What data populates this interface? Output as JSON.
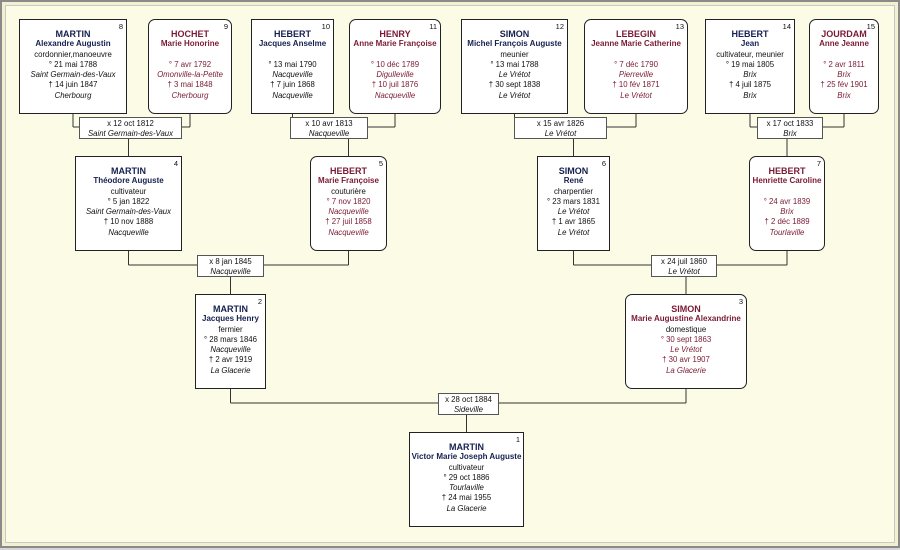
{
  "people": [
    {
      "id": "p8",
      "num": "8",
      "surname": "MARTIN",
      "given": "Alexandre Augustin",
      "sex": "m",
      "lines": [
        {
          "t": "cordonnier,manoeuvre",
          "k": "line"
        },
        {
          "t": "° 21 mai 1788",
          "k": "line"
        },
        {
          "t": "Saint Germain-des-Vaux",
          "k": "place"
        },
        {
          "t": "† 14 juin 1847",
          "k": "line"
        },
        {
          "t": "Cherbourg",
          "k": "place"
        }
      ]
    },
    {
      "id": "p9",
      "num": "9",
      "surname": "HOCHET",
      "given": "Marie Honorine",
      "sex": "f",
      "lines": [
        {
          "t": "",
          "k": "line"
        },
        {
          "t": "° 7 avr 1792",
          "k": "line"
        },
        {
          "t": "Omonville-la-Petite",
          "k": "place"
        },
        {
          "t": "† 3 mai 1848",
          "k": "line"
        },
        {
          "t": "Cherbourg",
          "k": "place"
        }
      ]
    },
    {
      "id": "p10",
      "num": "10",
      "surname": "HEBERT",
      "given": "Jacques Anselme",
      "sex": "m",
      "lines": [
        {
          "t": "",
          "k": "line"
        },
        {
          "t": "° 13 mai 1790",
          "k": "line"
        },
        {
          "t": "Nacqueville",
          "k": "place"
        },
        {
          "t": "† 7 juin 1868",
          "k": "line"
        },
        {
          "t": "Nacqueville",
          "k": "place"
        }
      ]
    },
    {
      "id": "p11",
      "num": "11",
      "surname": "HENRY",
      "given": "Anne Marie Françoise",
      "sex": "f",
      "lines": [
        {
          "t": "",
          "k": "line"
        },
        {
          "t": "° 10 déc 1789",
          "k": "line"
        },
        {
          "t": "Digulleville",
          "k": "place"
        },
        {
          "t": "† 10 juil 1876",
          "k": "line"
        },
        {
          "t": "Nacqueville",
          "k": "place"
        }
      ]
    },
    {
      "id": "p12",
      "num": "12",
      "surname": "SIMON",
      "given": "Michel François Auguste",
      "sex": "m",
      "lines": [
        {
          "t": "meunier",
          "k": "line"
        },
        {
          "t": "° 13 mai 1788",
          "k": "line"
        },
        {
          "t": "Le Vrétot",
          "k": "place"
        },
        {
          "t": "† 30 sept 1838",
          "k": "line"
        },
        {
          "t": "Le Vrétot",
          "k": "place"
        }
      ]
    },
    {
      "id": "p13",
      "num": "13",
      "surname": "LEBEGIN",
      "given": "Jeanne Marie Catherine",
      "sex": "f",
      "lines": [
        {
          "t": "",
          "k": "line"
        },
        {
          "t": "° 7 déc 1790",
          "k": "line"
        },
        {
          "t": "Pierreville",
          "k": "place"
        },
        {
          "t": "† 10 fév 1871",
          "k": "line"
        },
        {
          "t": "Le Vrétot",
          "k": "place"
        }
      ]
    },
    {
      "id": "p14",
      "num": "14",
      "surname": "HEBERT",
      "given": "Jean",
      "sex": "m",
      "lines": [
        {
          "t": "cultivateur, meunier",
          "k": "line"
        },
        {
          "t": "° 19 mai 1805",
          "k": "line"
        },
        {
          "t": "Brix",
          "k": "place"
        },
        {
          "t": "† 4 juil 1875",
          "k": "line"
        },
        {
          "t": "Brix",
          "k": "place"
        }
      ]
    },
    {
      "id": "p15",
      "num": "15",
      "surname": "JOURDAM",
      "given": "Anne Jeanne",
      "sex": "f",
      "lines": [
        {
          "t": "",
          "k": "line"
        },
        {
          "t": "° 2 avr 1811",
          "k": "line"
        },
        {
          "t": "Brix",
          "k": "place"
        },
        {
          "t": "† 25 fév 1901",
          "k": "line"
        },
        {
          "t": "Brix",
          "k": "place"
        }
      ]
    },
    {
      "id": "p4",
      "num": "4",
      "surname": "MARTIN",
      "given": "Théodore Auguste",
      "sex": "m",
      "lines": [
        {
          "t": "cultivateur",
          "k": "line"
        },
        {
          "t": "° 5 jan 1822",
          "k": "line"
        },
        {
          "t": "Saint Germain-des-Vaux",
          "k": "place"
        },
        {
          "t": "† 10 nov 1888",
          "k": "line"
        },
        {
          "t": "Nacqueville",
          "k": "place"
        }
      ]
    },
    {
      "id": "p5",
      "num": "5",
      "surname": "HEBERT",
      "given": "Marie Françoise",
      "sex": "f",
      "lines": [
        {
          "t": "couturière",
          "k": "occ"
        },
        {
          "t": "° 7 nov 1820",
          "k": "line"
        },
        {
          "t": "Nacqueville",
          "k": "place"
        },
        {
          "t": "† 27 juil 1858",
          "k": "line"
        },
        {
          "t": "Nacqueville",
          "k": "place"
        }
      ]
    },
    {
      "id": "p6",
      "num": "6",
      "surname": "SIMON",
      "given": "René",
      "sex": "m",
      "lines": [
        {
          "t": "charpentier",
          "k": "line"
        },
        {
          "t": "° 23 mars 1831",
          "k": "line"
        },
        {
          "t": "Le Vrétot",
          "k": "place"
        },
        {
          "t": "† 1 avr 1865",
          "k": "line"
        },
        {
          "t": "Le Vrétot",
          "k": "place"
        }
      ]
    },
    {
      "id": "p7",
      "num": "7",
      "surname": "HEBERT",
      "given": "Henriette Caroline",
      "sex": "f",
      "lines": [
        {
          "t": "",
          "k": "line"
        },
        {
          "t": "° 24 avr 1839",
          "k": "line"
        },
        {
          "t": "Brix",
          "k": "place"
        },
        {
          "t": "† 2 déc 1889",
          "k": "line"
        },
        {
          "t": "Tourlaville",
          "k": "place"
        }
      ]
    },
    {
      "id": "p2",
      "num": "2",
      "surname": "MARTIN",
      "given": "Jacques Henry",
      "sex": "m",
      "lines": [
        {
          "t": "fermier",
          "k": "line"
        },
        {
          "t": "° 28 mars 1846",
          "k": "line"
        },
        {
          "t": "Nacqueville",
          "k": "place"
        },
        {
          "t": "† 2 avr 1919",
          "k": "line"
        },
        {
          "t": "La Glacerie",
          "k": "place"
        }
      ]
    },
    {
      "id": "p3",
      "num": "3",
      "surname": "SIMON",
      "given": "Marie Augustine Alexandrine",
      "sex": "f",
      "lines": [
        {
          "t": "domestique",
          "k": "occ"
        },
        {
          "t": "° 30 sept 1863",
          "k": "line"
        },
        {
          "t": "Le Vrétot",
          "k": "place"
        },
        {
          "t": "† 30 avr 1907",
          "k": "line"
        },
        {
          "t": "La Glacerie",
          "k": "place"
        }
      ]
    },
    {
      "id": "p1",
      "num": "1",
      "surname": "MARTIN",
      "given": "Victor Marie Joseph Auguste",
      "sex": "m",
      "lines": [
        {
          "t": "cultivateur",
          "k": "line"
        },
        {
          "t": "° 29 oct 1886",
          "k": "line"
        },
        {
          "t": "Tourlaville",
          "k": "place"
        },
        {
          "t": "† 24 mai 1955",
          "k": "line"
        },
        {
          "t": "La Glacerie",
          "k": "place"
        }
      ]
    }
  ],
  "marriages": [
    {
      "id": "m4",
      "date": "x 12 oct 1812",
      "place": "Saint Germain-des-Vaux"
    },
    {
      "id": "m5",
      "date": "x 10 avr 1813",
      "place": "Nacqueville"
    },
    {
      "id": "m6",
      "date": "x 15 avr 1826",
      "place": "Le Vrétot"
    },
    {
      "id": "m7",
      "date": "x 17 oct 1833",
      "place": "Brix"
    },
    {
      "id": "m2",
      "date": "x 8 jan 1845",
      "place": "Nacqueville"
    },
    {
      "id": "m3",
      "date": "x 24 juil 1860",
      "place": "Le Vrétot"
    },
    {
      "id": "m1",
      "date": "x 28 oct 1884",
      "place": "Sideville"
    }
  ]
}
